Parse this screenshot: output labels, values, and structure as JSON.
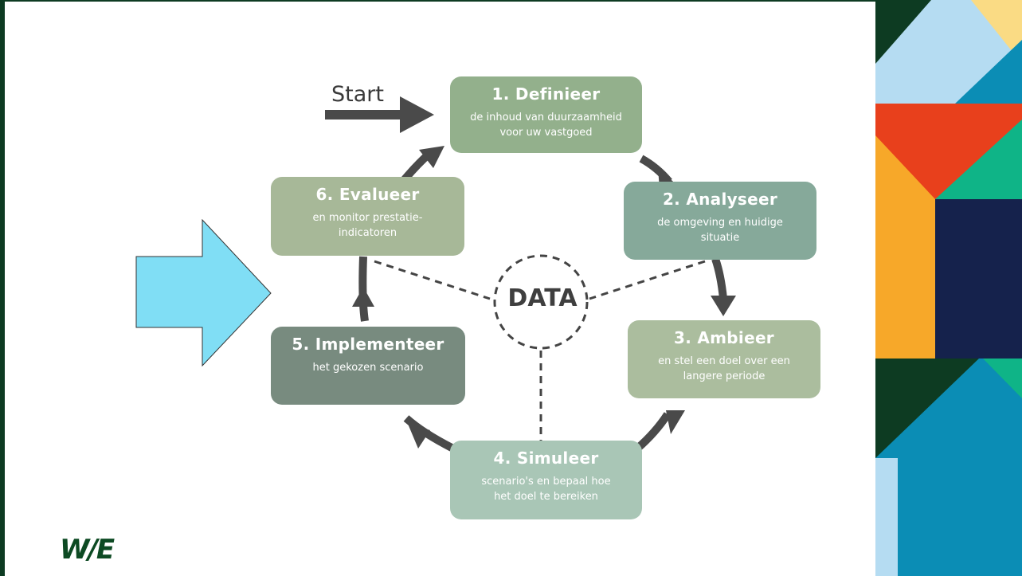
{
  "start_label": "Start",
  "center_label": "DATA",
  "logo_text": "W/E",
  "steps": [
    {
      "title": "1. Definieer",
      "desc_line1": "de inhoud van duurzaamheid",
      "desc_line2": "voor uw vastgoed",
      "color": "#93b08c"
    },
    {
      "title": "2. Analyseer",
      "desc_line1": "de omgeving en huidige",
      "desc_line2": "situatie",
      "color": "#86a99a"
    },
    {
      "title": "3. Ambieer",
      "desc_line1": "en stel een doel over een",
      "desc_line2": "langere periode",
      "color": "#abbd9e"
    },
    {
      "title": "4. Simuleer",
      "desc_line1": "scenario's en bepaal hoe",
      "desc_line2": "het doel te bereiken",
      "color": "#a9c6b6"
    },
    {
      "title": "5. Implementeer",
      "desc_line1": "het gekozen scenario",
      "desc_line2": "",
      "color": "#788b7f"
    },
    {
      "title": "6. Evalueer",
      "desc_line1": "en monitor prestatie-",
      "desc_line2": "indicatoren",
      "color": "#a7b898"
    }
  ],
  "colors": {
    "arrow_dark": "#4a4a4a",
    "pointer_fill": "#80def5",
    "brand_green": "#0d3b22"
  }
}
